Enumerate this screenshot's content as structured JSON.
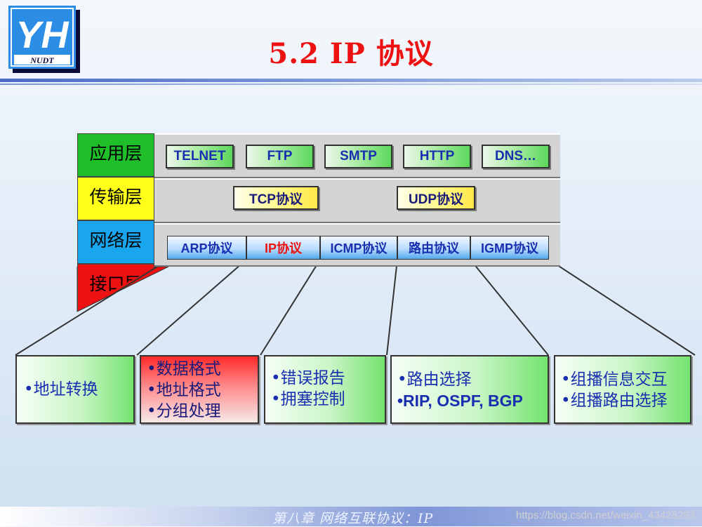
{
  "header": {
    "title": "5.2  IP 协议",
    "logo": {
      "letters": "YH",
      "subtext": "NUDT"
    }
  },
  "layers": [
    {
      "label": "应用层",
      "color": "#1fbf2a"
    },
    {
      "label": "传输层",
      "color": "#ffff1a"
    },
    {
      "label": "网络层",
      "color": "#1aa6ee"
    },
    {
      "label": "接口层",
      "color": "#ee1111"
    }
  ],
  "application_protocols": [
    "TELNET",
    "FTP",
    "SMTP",
    "HTTP",
    "DNS…"
  ],
  "transport_protocols": [
    "TCP协议",
    "UDP协议"
  ],
  "network_protocols": [
    "ARP协议",
    "IP协议",
    "ICMP协议",
    "路由协议",
    "IGMP协议"
  ],
  "details": [
    {
      "lines": [
        "•地址转换"
      ]
    },
    {
      "lines": [
        "•数据格式",
        "•地址格式",
        "•分组处理"
      ]
    },
    {
      "lines": [
        "•错误报告",
        "•拥塞控制"
      ]
    },
    {
      "lines": [
        "•路由选择",
        "•RIP, OSPF, BGP"
      ]
    },
    {
      "lines": [
        "•组播信息交互",
        "•组播路由选择"
      ]
    }
  ],
  "footer": {
    "text": "第八章  网络互联协议：IP",
    "watermark": "https://blog.csdn.net/weixin_43428283"
  }
}
